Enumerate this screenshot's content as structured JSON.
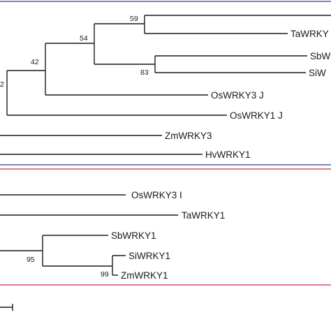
{
  "colors": {
    "blue_divider": "#3a3a8c",
    "red_divider": "#c4314b",
    "branch": "#1a1a1a"
  },
  "upper_clade": {
    "taxa": {
      "ta": "TaWRKY",
      "sb": "SbW",
      "si": "SiW",
      "os3j": "OsWRKY3 J",
      "os1j": "OsWRKY1 J",
      "zm3": "ZmWRKY3",
      "hv1": "HvWRKY1"
    },
    "support": {
      "n59": "59",
      "n54": "54",
      "n83": "83",
      "n42": "42",
      "root": "2"
    }
  },
  "lower_clade": {
    "taxa": {
      "os3i": "OsWRKY3 I",
      "ta1": "TaWRKY1",
      "sb1": "SbWRKY1",
      "si1": "SiWRKY1",
      "zm1": "ZmWRKY1"
    },
    "support": {
      "n95": "95",
      "n99": "99"
    }
  }
}
